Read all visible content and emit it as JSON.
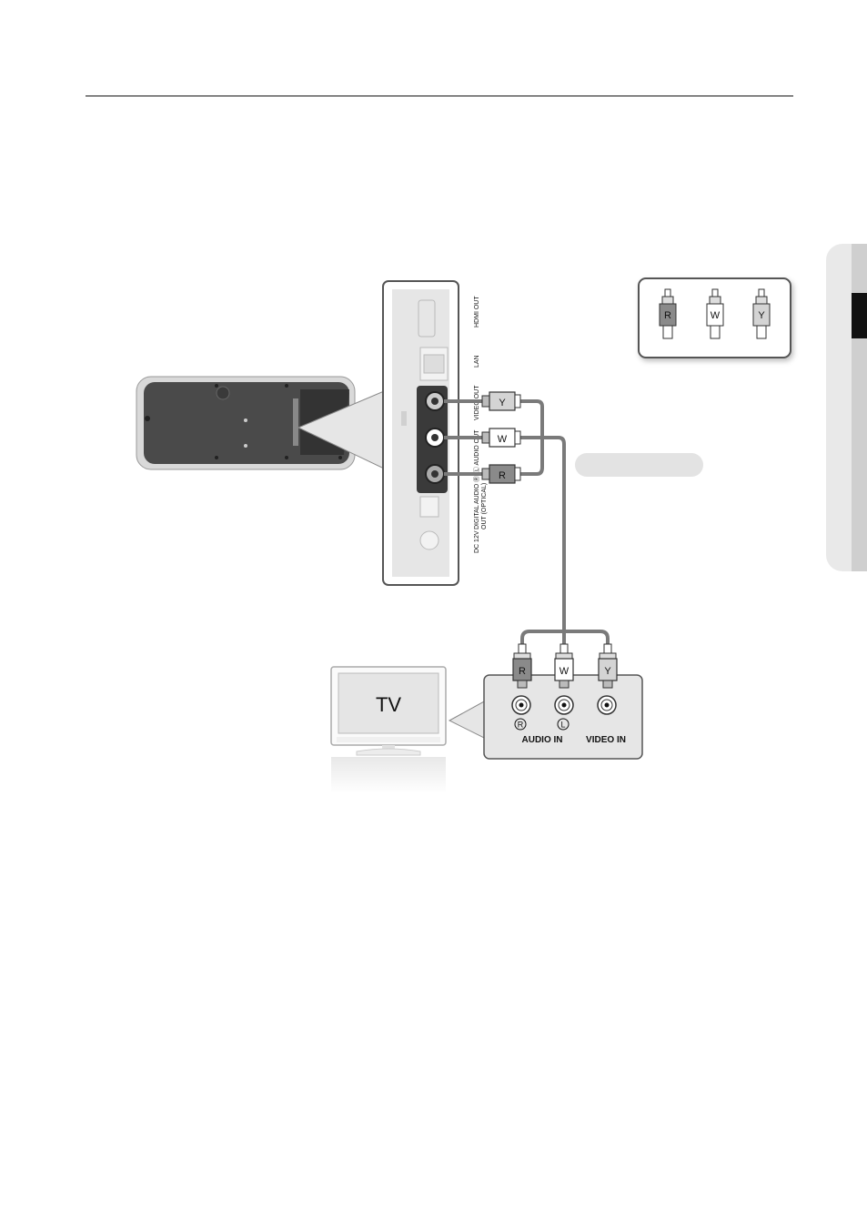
{
  "device_panel": {
    "port_labels": {
      "hdmi_out": "HDMI OUT",
      "lan": "LAN",
      "video_out": "VIDEO OUT",
      "audio_out_l": "Ⓛ AUDIO OUT",
      "audio_out_r": "Ⓡ",
      "digital_audio_1": "DIGITAL AUDIO",
      "digital_audio_2": "OUT (OPTICAL)",
      "dc": "DC 12V"
    }
  },
  "cable_plugs": {
    "r": "R",
    "w": "W",
    "y": "Y"
  },
  "legend_plugs": [
    "R",
    "W",
    "Y"
  ],
  "tv": {
    "label": "TV",
    "panel": {
      "audio_in": "AUDIO IN",
      "video_in": "VIDEO IN",
      "jack_r": "R",
      "jack_l": "L"
    }
  },
  "colors": {
    "cable": "#7a7a7a",
    "panel_bg": "#e6e6e6",
    "jack_block": "#3a3a3a",
    "red_plug": "#8a8a8a",
    "white_plug": "#ffffff",
    "yellow_plug": "#d4d4d4"
  }
}
